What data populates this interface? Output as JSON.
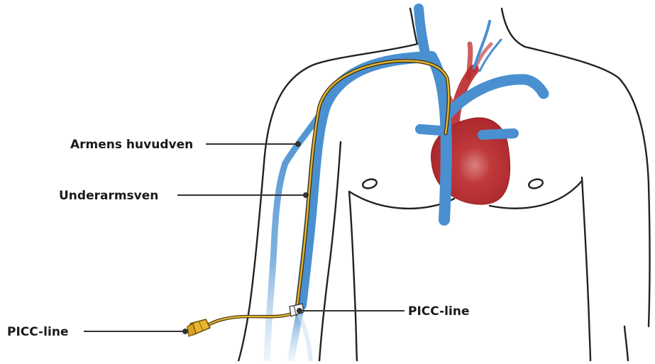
{
  "labels": {
    "cephalic_vein": "Armens huvudven",
    "forearm_vein": "Underarmsven",
    "picc_line_connector": "PICC-line",
    "picc_line_insertion": "PICC-line"
  },
  "colors": {
    "vein": "#4a90d0",
    "artery_heart": "#b8282b",
    "catheter": "#e0b331",
    "outline": "#222222",
    "leader_line": "#333333"
  }
}
